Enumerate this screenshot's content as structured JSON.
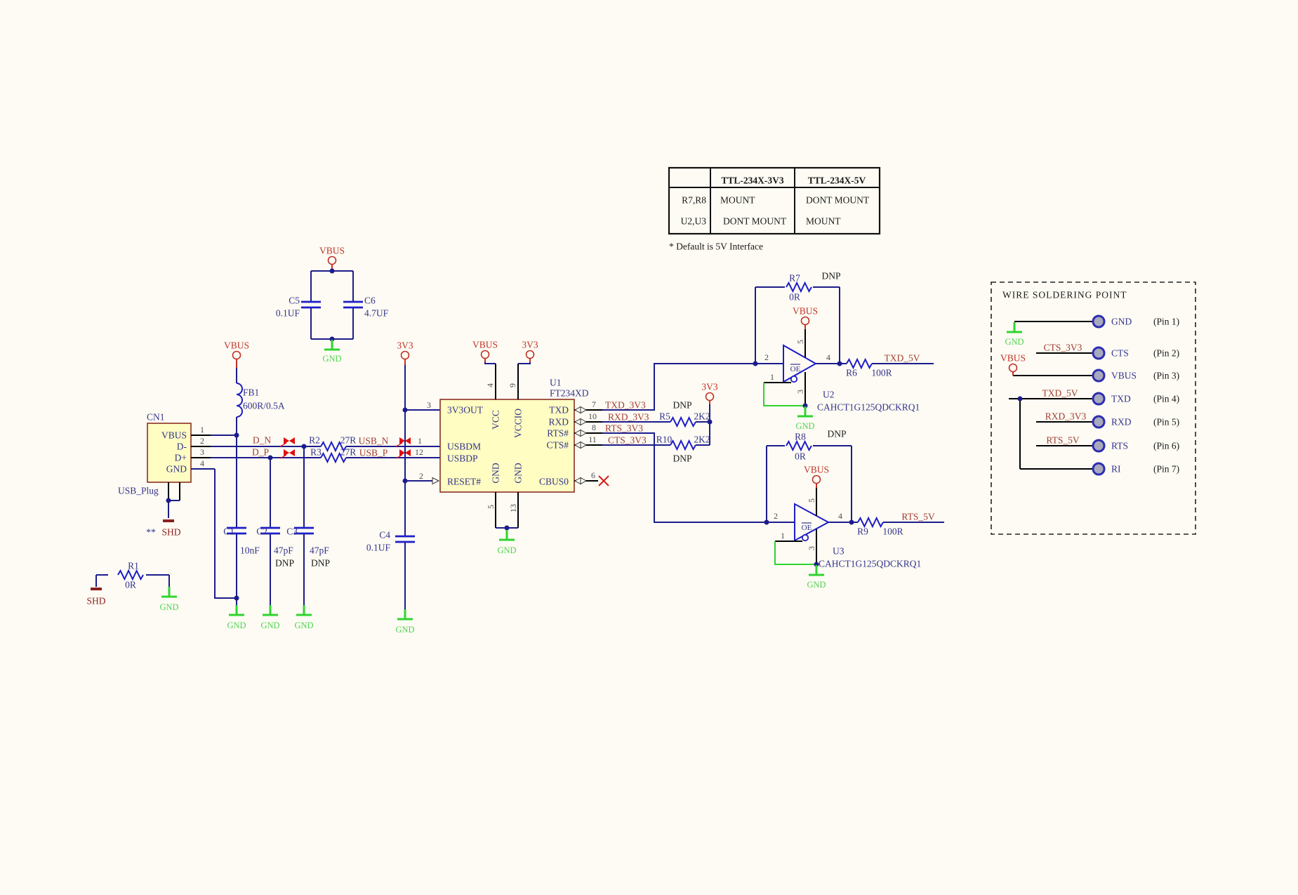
{
  "nets": {
    "gnd": "GND",
    "vbus": "VBUS",
    "v3": "3V3",
    "shd": "SHD",
    "stars": "**",
    "d_n": "D_N",
    "d_p": "D_P",
    "usb_n": "USB_N",
    "usb_p": "USB_P",
    "txd3": "TXD_3V3",
    "rxd3": "RXD_3V3",
    "rts3": "RTS_3V3",
    "cts3": "CTS_3V3",
    "txd5": "TXD_5V",
    "rts5": "RTS_5V"
  },
  "pin_numbers": {
    "1": "1",
    "2": "2",
    "3": "3",
    "4": "4",
    "5": "5",
    "6": "6",
    "7": "7",
    "8": "8",
    "9": "9",
    "10": "10",
    "11": "11",
    "12": "12",
    "13": "13"
  },
  "misc": {
    "dnp": "DNP"
  },
  "table": {
    "headers": [
      "TTL-234X-3V3",
      "TTL-234X-5V"
    ],
    "rows": [
      {
        "label": "R7,R8",
        "v3": "MOUNT",
        "v5": "DONT MOUNT"
      },
      {
        "label": "U2,U3",
        "v3": "DONT MOUNT",
        "v5": "MOUNT"
      }
    ],
    "footnote": "* Default is 5V Interface"
  },
  "components": {
    "cn1": {
      "ref": "CN1",
      "name": "USB_Plug",
      "pin1": "VBUS",
      "pin2": "D-",
      "pin3": "D+",
      "pin4": "GND"
    },
    "fb1": {
      "ref": "FB1",
      "value": "600R/0.5A"
    },
    "r1": {
      "ref": "R1",
      "value": "0R"
    },
    "r2": {
      "ref": "R2",
      "value": "27R"
    },
    "r3": {
      "ref": "R3",
      "value": "27R"
    },
    "r5": {
      "ref": "R5",
      "value": "2K2"
    },
    "r6": {
      "ref": "R6",
      "value": "100R"
    },
    "r7": {
      "ref": "R7",
      "value": "0R"
    },
    "r8": {
      "ref": "R8",
      "value": "0R"
    },
    "r9": {
      "ref": "R9",
      "value": "100R"
    },
    "r10": {
      "ref": "R10",
      "value": "2K2"
    },
    "c1": {
      "ref": "C1",
      "value": "10nF"
    },
    "c2": {
      "ref": "C2",
      "value": "47pF"
    },
    "c3": {
      "ref": "C3",
      "value": "47pF"
    },
    "c4": {
      "ref": "C4",
      "value": "0.1UF"
    },
    "c5": {
      "ref": "C5",
      "value": "0.1UF"
    },
    "c6": {
      "ref": "C6",
      "value": "4.7UF"
    },
    "u1": {
      "ref": "U1",
      "part": "FT234XD",
      "pins": {
        "out3v3": "3V3OUT",
        "vcc": "VCC",
        "vccio": "VCCIO",
        "txd": "TXD",
        "rxd": "RXD",
        "rts": "RTS#",
        "cts": "CTS#",
        "usbdm": "USBDM",
        "usbdp": "USBDP",
        "reset": "RESET#",
        "gnd": "GND",
        "cbus0": "CBUS0"
      }
    },
    "u2": {
      "ref": "U2",
      "part": "CAHCT1G125QDCKRQ1",
      "oe": "OE"
    },
    "u3": {
      "ref": "U3",
      "part": "CAHCT1G125QDCKRQ1",
      "oe": "OE"
    }
  },
  "solder_box": {
    "title": "WIRE SOLDERING POINT",
    "pads": [
      {
        "name": "GND",
        "pin": "(Pin 1)"
      },
      {
        "name": "CTS",
        "pin": "(Pin 2)"
      },
      {
        "name": "VBUS",
        "pin": "(Pin 3)"
      },
      {
        "name": "TXD",
        "pin": "(Pin 4)"
      },
      {
        "name": "RXD",
        "pin": "(Pin 5)"
      },
      {
        "name": "RTS",
        "pin": "(Pin 6)"
      },
      {
        "name": "RI",
        "pin": "(Pin 7)"
      }
    ]
  }
}
